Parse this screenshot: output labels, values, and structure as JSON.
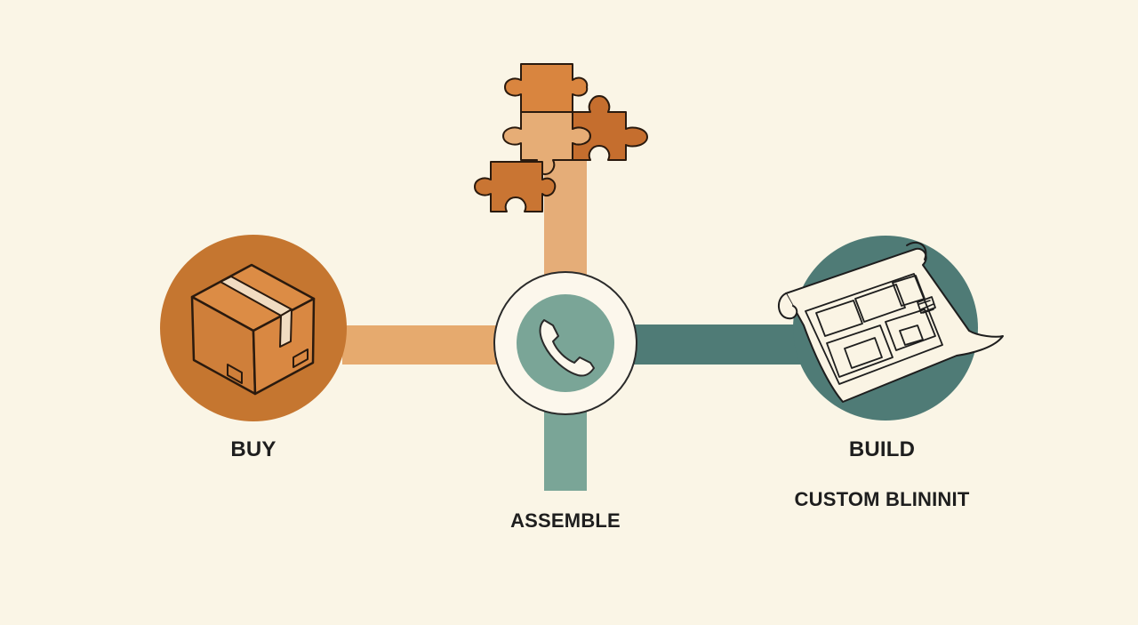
{
  "nodes": {
    "buy": {
      "label": "BUY",
      "color": "#c57630",
      "icon": "cardboard-box-icon"
    },
    "assemble": {
      "label": "ASSEMBLE",
      "color": "#7aa597",
      "icon": "phone-icon"
    },
    "build": {
      "label": "BUILD",
      "sublabel": "CUSTOM BLININIT",
      "color": "#4f7b76",
      "icon": "blueprint-icon"
    }
  },
  "accents": {
    "puzzle": {
      "icon": "puzzle-pieces-icon",
      "colors": [
        "#d9853f",
        "#e6ad76",
        "#c56e2e",
        "#c97533"
      ]
    },
    "bar_left": "#e6aa6e",
    "bar_up": "#e5ad78",
    "bar_down": "#7aa597",
    "bar_right": "#4f7b76",
    "background": "#faf5e6"
  }
}
